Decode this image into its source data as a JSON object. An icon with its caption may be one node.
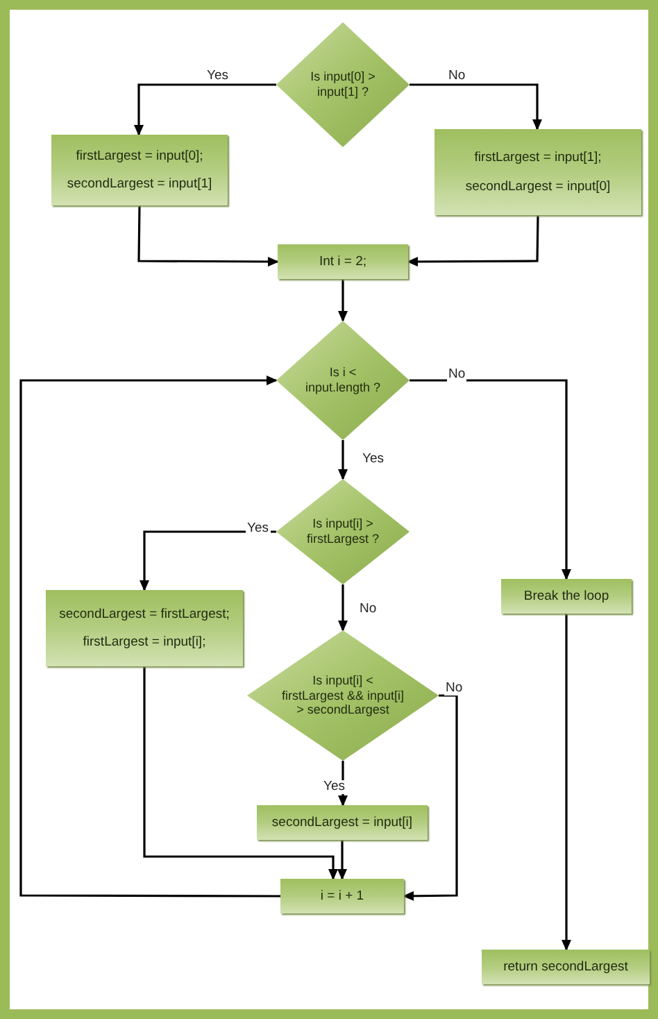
{
  "diagram": {
    "nodes": [
      {
        "text": [
          "Is input[0] > input[1] ?"
        ]
      },
      {
        "text": [
          "firstLargest = input[0];",
          "secondLargest = input[1]"
        ]
      },
      {
        "text": [
          "firstLargest = input[1];",
          "secondLargest = input[0]"
        ]
      },
      {
        "text": [
          "Int i = 2;"
        ]
      },
      {
        "text": [
          "Is i < input.length ?"
        ]
      },
      {
        "text": [
          "Is input[i] > firstLargest ?"
        ]
      },
      {
        "text": [
          "secondLargest = firstLargest;",
          "firstLargest = input[i];"
        ]
      },
      {
        "text": [
          "Is input[i] < firstLargest && input[i] > secondLargest"
        ]
      },
      {
        "text": [
          "secondLargest = input[i]"
        ]
      },
      {
        "text": [
          "i = i + 1"
        ]
      },
      {
        "text": [
          "Break the loop"
        ]
      },
      {
        "text": [
          "return secondLargest"
        ]
      }
    ],
    "edges": [
      {
        "from": 0,
        "to": 1,
        "arrow": "to",
        "label": "Yes"
      },
      {
        "from": 0,
        "to": 2,
        "arrow": "to",
        "label": "No"
      },
      {
        "from": 1,
        "to": 3,
        "arrow": "to"
      },
      {
        "from": 2,
        "to": 3,
        "arrow": "to"
      },
      {
        "from": 3,
        "to": 4,
        "arrow": "to"
      },
      {
        "from": 4,
        "to": 5,
        "arrow": "to",
        "label": "Yes"
      },
      {
        "from": 4,
        "to": 10,
        "arrow": "to",
        "label": "No"
      },
      {
        "from": 10,
        "to": 11,
        "arrow": "to"
      },
      {
        "from": 5,
        "to": 6,
        "arrow": "to",
        "label": "Yes"
      },
      {
        "from": 5,
        "to": 7,
        "arrow": "to",
        "label": "No"
      },
      {
        "from": 7,
        "to": 8,
        "arrow": "to",
        "label": "Yes"
      },
      {
        "from": 8,
        "to": 9,
        "arrow": "to"
      },
      {
        "from": 6,
        "to": 9,
        "arrow": "to"
      },
      {
        "from": 7,
        "to": 9,
        "arrow": "to",
        "label": "No"
      },
      {
        "from": 9,
        "to": 4,
        "arrow": "to"
      }
    ]
  }
}
